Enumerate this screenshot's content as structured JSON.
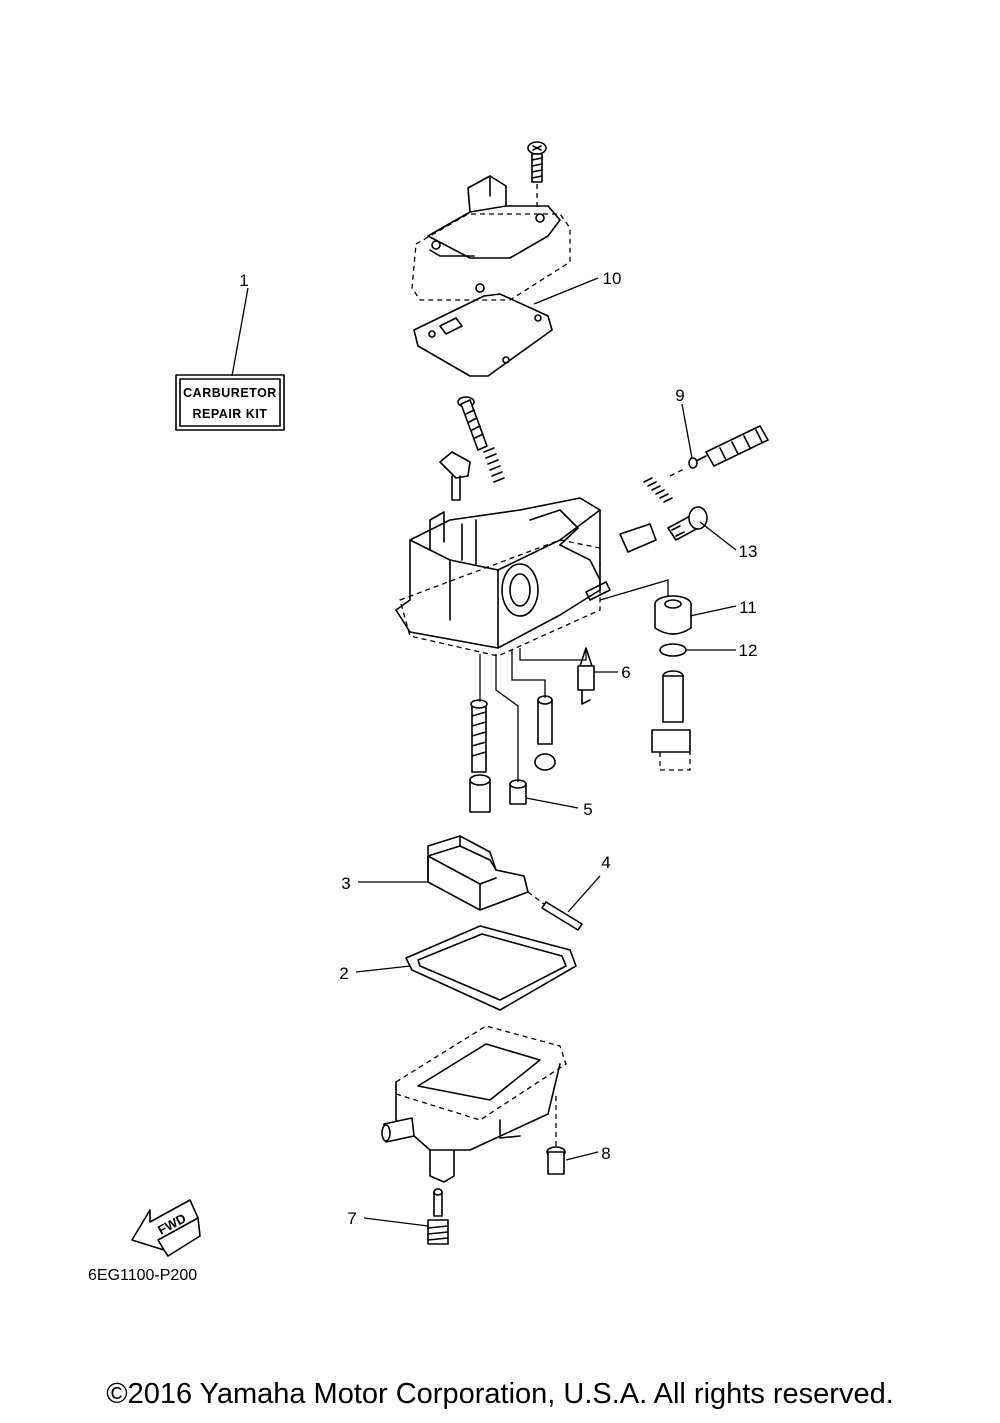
{
  "diagram": {
    "callouts": [
      "1",
      "2",
      "3",
      "4",
      "5",
      "6",
      "7",
      "8",
      "9",
      "10",
      "11",
      "12",
      "13"
    ],
    "kit_label": {
      "line1": "CARBURETOR",
      "line2": "REPAIR KIT"
    },
    "fwd_label": "FWD",
    "drawing_code": "6EG1100-P200"
  },
  "footer": {
    "copyright": "©2016 Yamaha Motor Corporation, U.S.A. All rights reserved."
  }
}
